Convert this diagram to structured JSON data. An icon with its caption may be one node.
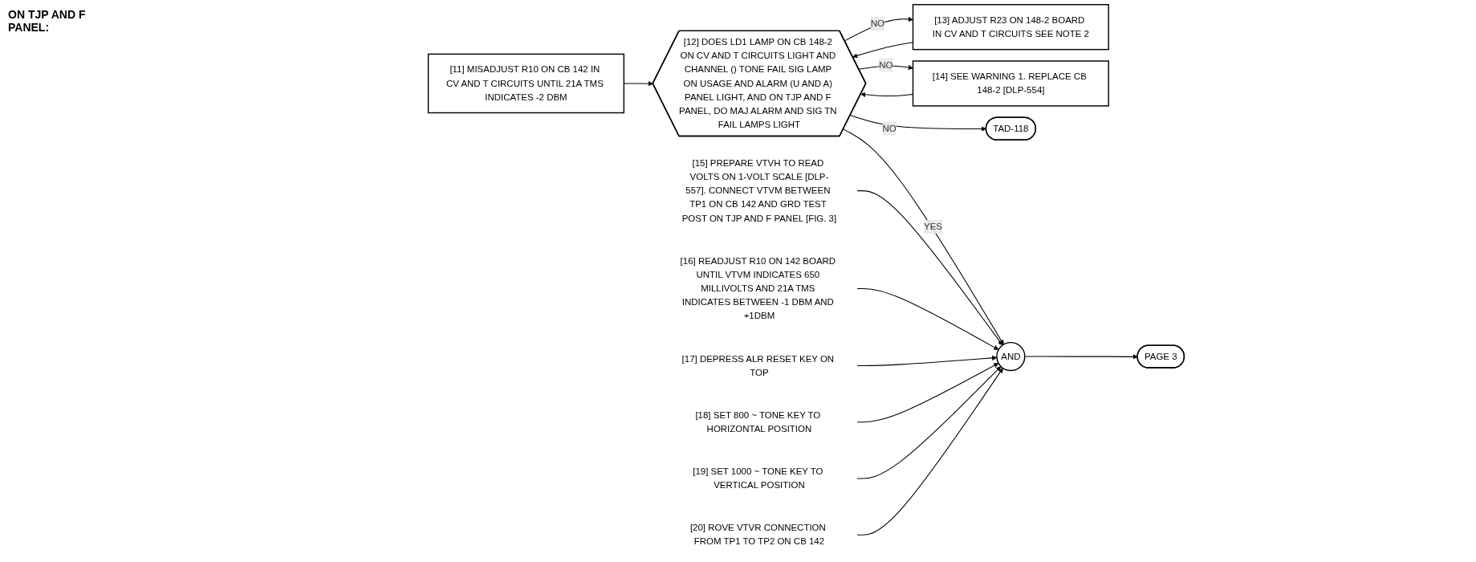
{
  "diagram": {
    "nodes": [
      {
        "text": [
          "[11] MISADJUST R10 ON CB 142 IN CV AND T CIRCUITS UNTIL 21A TMS INDICATES -2 DBM"
        ]
      },
      {
        "text": [
          "[12] DOES LD1 LAMP ON CB 148-2 ON CV AND T CIRCUITS LIGHT AND CHANNEL () TONE FAIL SIG LAMP ON USAGE AND ALARM (U AND A) PANEL LIGHT, AND ON TJP AND F PANEL, DO MAJ ALARM AND SIG TN FAIL LAMPS LIGHT"
        ]
      },
      {
        "text": [
          "[13] ADJUST R23 ON 148-2 BOARD IN CV AND T CIRCUITS SEE NOTE 2"
        ]
      },
      {
        "text": [
          "[14] SEE WARNING 1. REPLACE CB 148-2 [DLP-554]"
        ]
      },
      {
        "text": [
          "TAD-118"
        ]
      },
      {
        "text": [
          "[15] PREPARE VTVH TO READ VOLTS ON 1-VOLT SCALE [DLP-557]. CONNECT VTVM BETWEEN TP1 ON CB 142 AND GRD TEST POST ON TJP AND F PANEL [FIG. 3]"
        ]
      },
      {
        "text": [
          "[16] READJUST R10 ON 142 BOARD UNTIL VTVM INDICATES 650 MILLIVOLTS AND 21A TMS INDICATES BETWEEN -1 DBM AND +1DBM"
        ]
      },
      {
        "text": [
          "[17] DEPRESS ALR RESET KEY ON TOP"
        ]
      },
      {
        "text": [
          "[18] SET 800 ~ TONE KEY TO HORIZONTAL POSITION"
        ]
      },
      {
        "text": [
          "[19] SET 1000 ~ TONE KEY TO VERTICAL POSITION"
        ]
      },
      {
        "text": [
          "[20] ROVE VTVR CONNECTION FROM TP1 TO TP2 ON CB 142"
        ]
      },
      {
        "text": [
          "AND"
        ]
      },
      {
        "text": [
          "PAGE 3"
        ]
      }
    ],
    "edges": [
      {
        "from": 0,
        "to": 1,
        "arrow": "to"
      },
      {
        "from": 1,
        "to": 2,
        "label": "NO",
        "arrow": "to"
      },
      {
        "from": 1,
        "to": 3,
        "label": "NO",
        "arrow": "to"
      },
      {
        "from": 1,
        "to": 4,
        "label": "NO",
        "arrow": "to"
      },
      {
        "from": 1,
        "to": 11,
        "label": "YES",
        "arrow": "to"
      },
      {
        "from": 2,
        "to": 1,
        "arrow": "to"
      },
      {
        "from": 3,
        "to": 1,
        "arrow": "to"
      },
      {
        "from": 5,
        "to": 11,
        "arrow": "to"
      },
      {
        "from": 6,
        "to": 11,
        "arrow": "to"
      },
      {
        "from": 7,
        "to": 11,
        "arrow": "to"
      },
      {
        "from": 8,
        "to": 11,
        "arrow": "to"
      },
      {
        "from": 9,
        "to": 11,
        "arrow": "to"
      },
      {
        "from": 10,
        "to": 11,
        "arrow": "to"
      },
      {
        "from": 11,
        "to": 12,
        "arrow": "to"
      }
    ],
    "labels": [
      "ON TJP AND F PANEL:"
    ]
  }
}
